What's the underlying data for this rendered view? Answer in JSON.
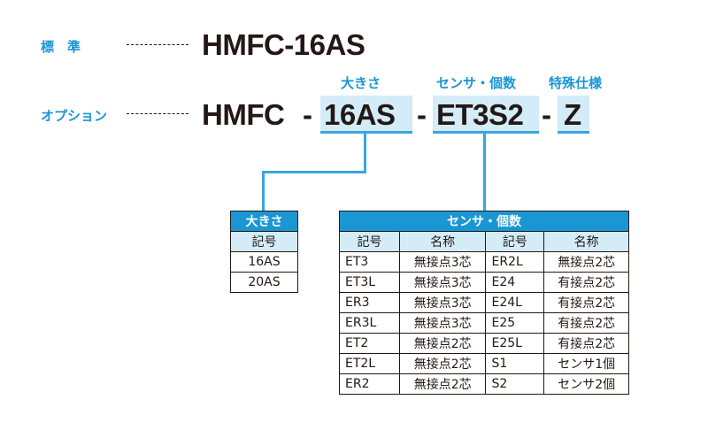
{
  "standard": {
    "label": "標　準",
    "model": "HMFC-16AS"
  },
  "option": {
    "label": "オプション",
    "prefix": "HMFC",
    "sep": "-",
    "size_code": "16AS",
    "sensor_code": "ET3S2",
    "special_code": "Z",
    "size_caption": "大きさ",
    "sensor_caption": "センサ・個数",
    "special_caption": "特殊仕様"
  },
  "size_table": {
    "title": "大きさ",
    "header": "記号",
    "rows": [
      "16AS",
      "20AS"
    ]
  },
  "sensor_table": {
    "title": "センサ・個数",
    "headers": [
      "記号",
      "名称",
      "記号",
      "名称"
    ],
    "rows": [
      [
        "ET3",
        "無接点3芯",
        "ER2L",
        "無接点2芯"
      ],
      [
        "ET3L",
        "無接点3芯",
        "E24",
        "有接点2芯"
      ],
      [
        "ER3",
        "無接点3芯",
        "E24L",
        "有接点2芯"
      ],
      [
        "ER3L",
        "無接点3芯",
        "E25",
        "有接点2芯"
      ],
      [
        "ET2",
        "無接点2芯",
        "E25L",
        "有接点2芯"
      ],
      [
        "ET2L",
        "無接点2芯",
        "S1",
        "センサ1個"
      ],
      [
        "ER2",
        "無接点2芯",
        "S2",
        "センサ2個"
      ]
    ]
  },
  "colors": {
    "accent": "#1a96d4",
    "highlight": "#d3ecf8",
    "connector": "#3aa6dc",
    "text": "#231815"
  }
}
